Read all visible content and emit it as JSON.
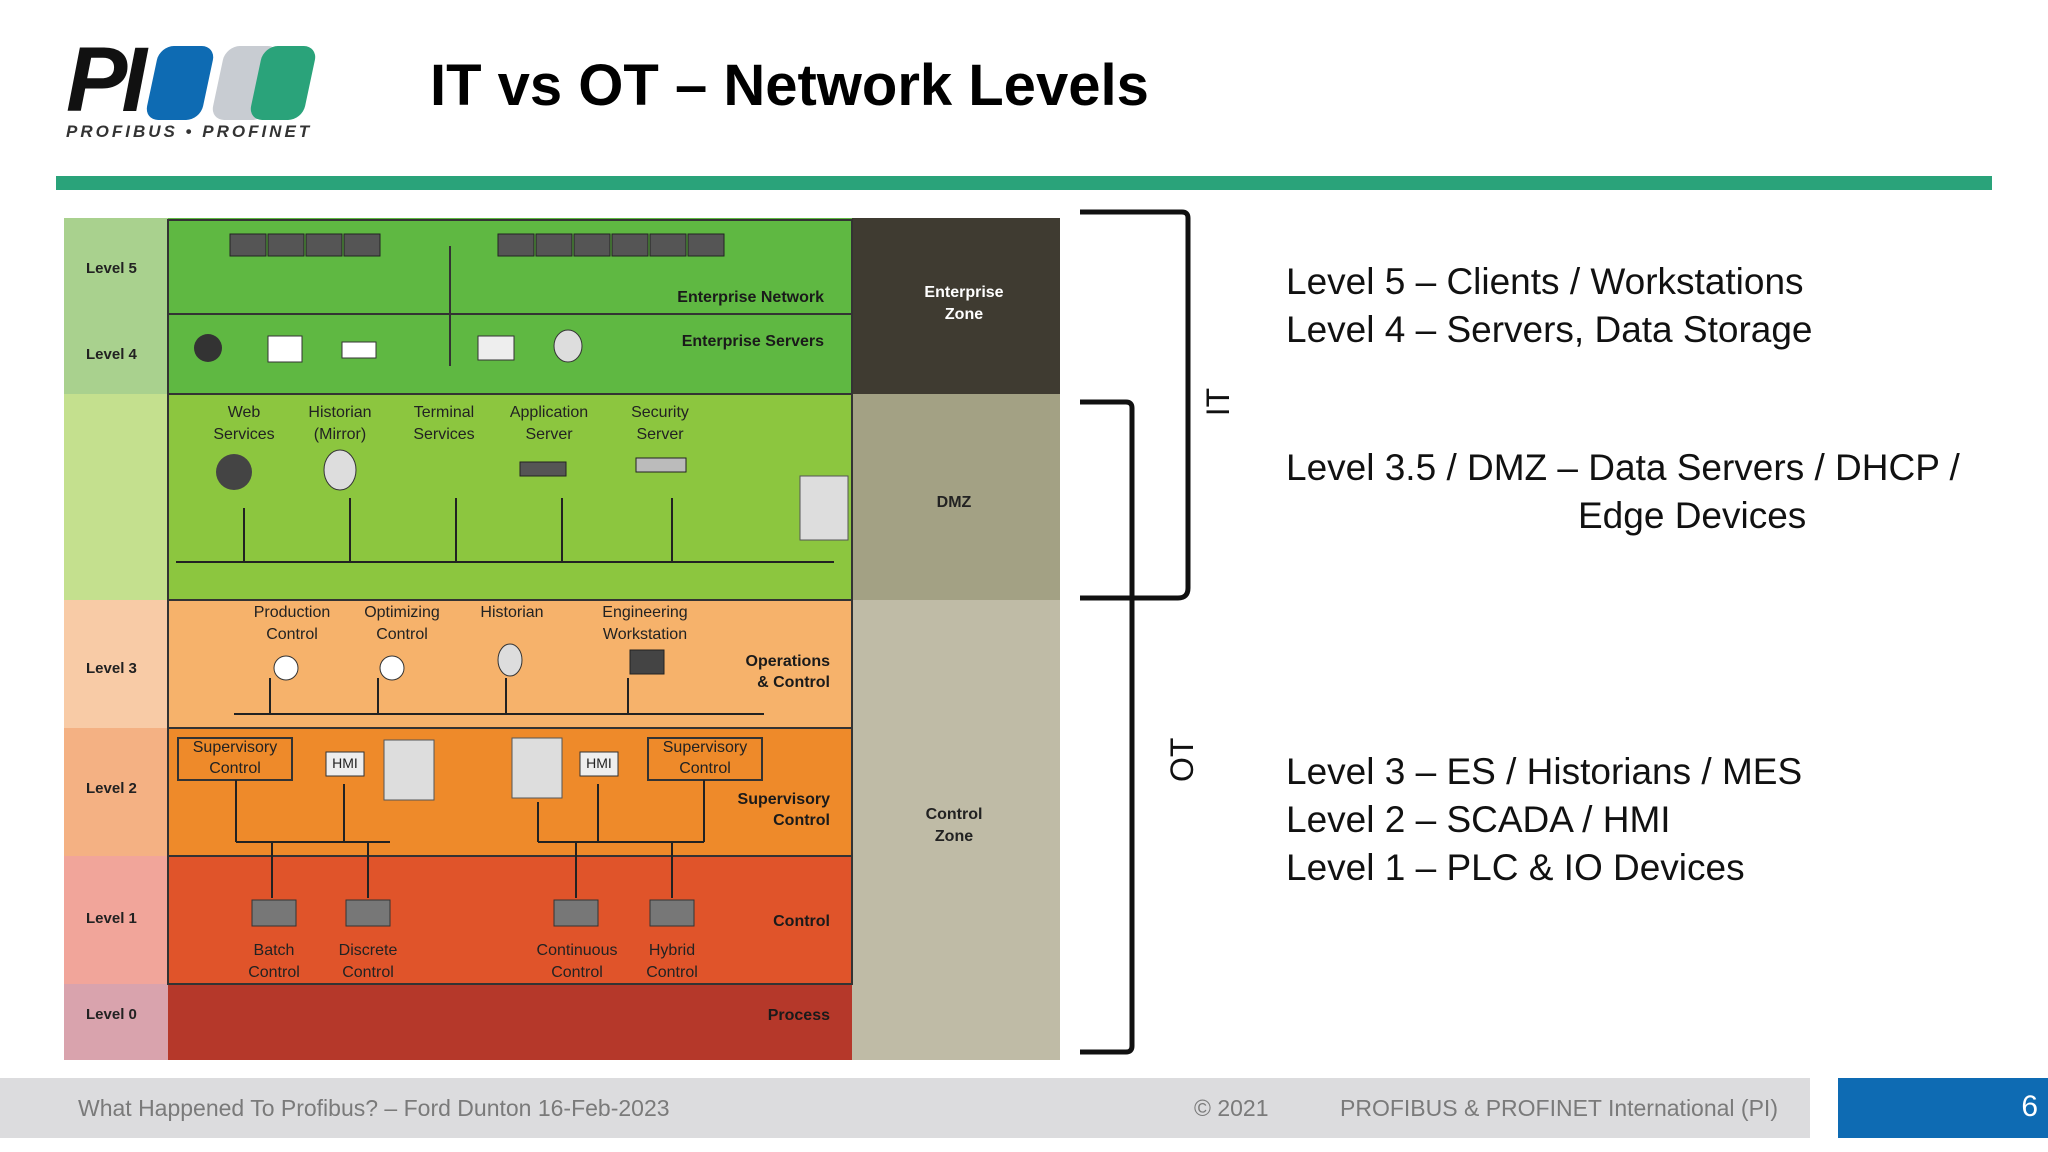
{
  "logo": {
    "mark": "PI",
    "subtitle": "PROFIBUS • PROFINET",
    "pill_colors": [
      "#0e6bb3",
      "#c8ccd2",
      "#2aa37a"
    ]
  },
  "title": "IT vs OT – Network Levels",
  "diagram": {
    "level_labels": [
      "Level 5",
      "Level 4",
      "Level 3",
      "Level 2",
      "Level 1",
      "Level 0"
    ],
    "bands": {
      "enterprise_network": "Enterprise Network",
      "enterprise_servers": "Enterprise Servers",
      "operations": "Operations\n& Control",
      "supervisory": "Supervisory\nControl",
      "control": "Control",
      "process": "Process"
    },
    "dmz_items": [
      {
        "label": "Web\nServices",
        "icon": "globe-icon"
      },
      {
        "label": "Historian\n(Mirror)",
        "icon": "database-icon"
      },
      {
        "label": "Terminal\nServices",
        "icon": "terminal-user-icon"
      },
      {
        "label": "Application\nServer",
        "icon": "server-icon"
      },
      {
        "label": "Security\nServer",
        "icon": "switch-icon"
      }
    ],
    "l3_items": [
      {
        "label": "Production\nControl",
        "icon": "hierarchy-icon"
      },
      {
        "label": "Optimizing\nControl",
        "icon": "hierarchy-icon"
      },
      {
        "label": "Historian",
        "icon": "database-icon"
      },
      {
        "label": "Engineering\nWorkstation",
        "icon": "workstation-icon"
      }
    ],
    "l2_items": {
      "sup_left": "Supervisory\nControl",
      "sup_right": "Supervisory\nControl",
      "hmi": "HMI"
    },
    "l1_items": [
      "Batch\nControl",
      "Discrete\nControl",
      "Continuous\nControl",
      "Hybrid\nControl"
    ],
    "zones": {
      "enterprise": "Enterprise\nZone",
      "dmz": "DMZ",
      "control": "Control\nZone"
    },
    "colors": {
      "level_green": "#a9d18e",
      "level_l3": "#f8cba6",
      "level_l2": "#f4b183",
      "level_l1": "#f1a59a",
      "level_l0": "#d9a3ad",
      "band_l5": "#5fb842",
      "band_dmz": "#8cc63f",
      "band_l3": "#f6b26b",
      "band_l2": "#ee8a2a",
      "band_l1": "#e0542a",
      "band_l0": "#b5382a",
      "zone_enterprise": "#3f3b31",
      "zone_dmz": "#a3a184",
      "zone_control": "#bfbba6"
    }
  },
  "brackets": {
    "it": "IT",
    "ot": "OT"
  },
  "descriptions": {
    "l5": "Level 5 – Clients / Workstations",
    "l4": "Level 4 – Servers, Data Storage",
    "dmz_line1": "Level 3.5 / DMZ – Data Servers / DHCP /",
    "dmz_line2": "Edge Devices",
    "l3": "Level 3 – ES / Historians / MES",
    "l2": "Level 2 – SCADA / HMI",
    "l1": "Level 1 – PLC & IO Devices"
  },
  "footer": {
    "left": "What Happened To Profibus? – Ford Dunton 16-Feb-2023",
    "copyright": "© 2021",
    "org": "PROFIBUS & PROFINET International (PI)",
    "page": "6"
  }
}
